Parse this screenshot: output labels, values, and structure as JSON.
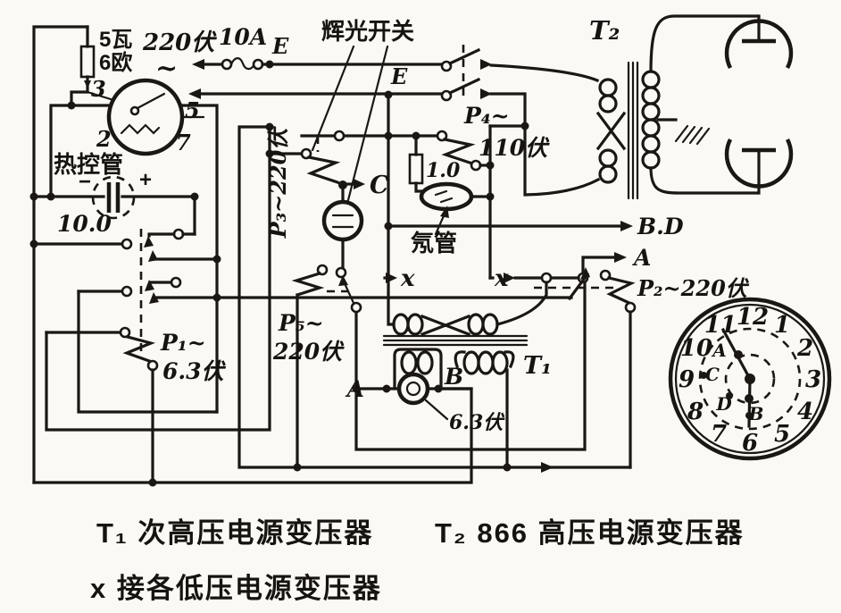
{
  "figure": {
    "background": "#faf9f5",
    "ink": "#1b1713",
    "kind": "scanned power-supply schematic"
  },
  "supply": {
    "voltage": "220伏",
    "ac": "~",
    "fuse": "10A",
    "e_top": "E",
    "e_mid": "E"
  },
  "ballast": {
    "watts": "5瓦",
    "ohms": "6欧"
  },
  "thermal_tube": {
    "label": "热控管",
    "pin3": "3",
    "pin5": "5",
    "pin2": "2",
    "pin7": "7"
  },
  "capacitor": {
    "value": "10.0",
    "minus": "−",
    "plus": "+"
  },
  "glow_switch": {
    "label": "辉光开关",
    "point_c": "C"
  },
  "neon": {
    "label": "氖管",
    "resistor": "1.0"
  },
  "rheostats": {
    "p1": "P₁~",
    "p1_v": "6.3伏",
    "p2": "P₂~220伏",
    "p3": "P₃~220伏",
    "p4": "P₄~",
    "p4_v": "110伏",
    "p5": "P₅~",
    "p5_v": "220伏"
  },
  "outputs": {
    "bd": "B.D",
    "a": "A",
    "x1": "x",
    "x2": "x"
  },
  "t1": {
    "name": "T₁",
    "a": "A",
    "b": "B",
    "pilot": "6.3伏"
  },
  "t2": {
    "name": "T₂"
  },
  "dial": {
    "numbers": [
      "12",
      "1",
      "2",
      "3",
      "4",
      "5",
      "6",
      "7",
      "8",
      "9",
      "10",
      "11"
    ],
    "pa": "A",
    "pb": "B",
    "pc": "C",
    "pd": "D"
  },
  "captions": {
    "line1": "T₁ 次高压电源变压器",
    "line2": "T₂ 866 高压电源变压器",
    "line3": "x 接各低压电源变压器"
  }
}
